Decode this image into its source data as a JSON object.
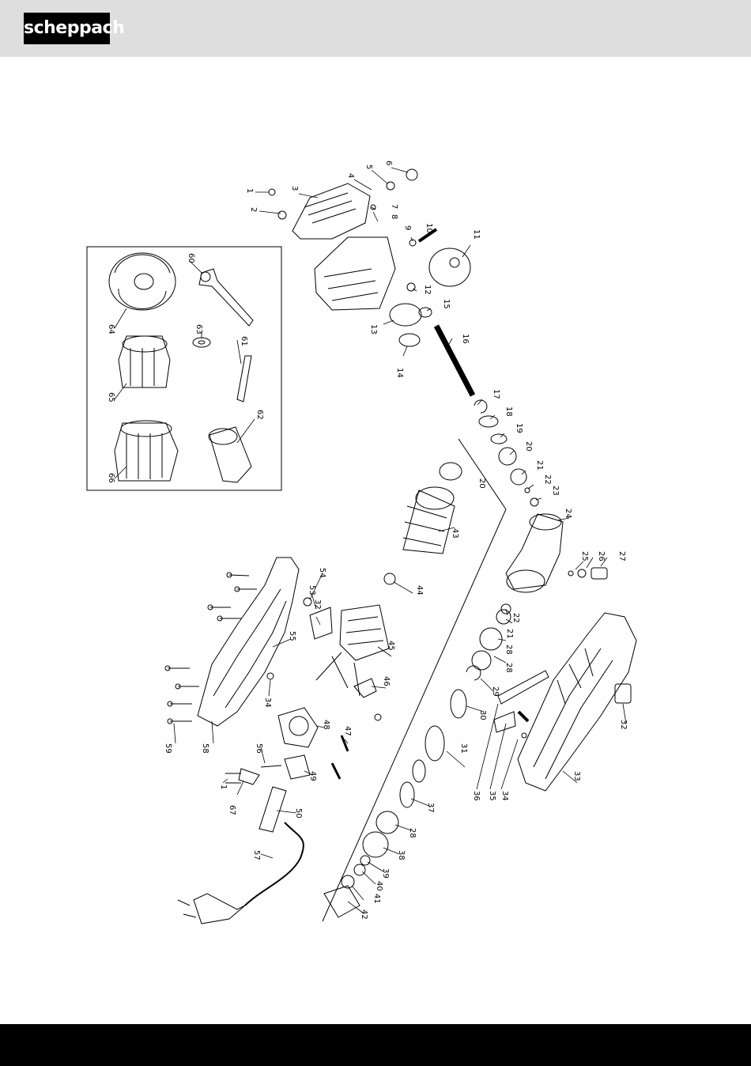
{
  "brand": {
    "logo_text": "scheppach"
  },
  "parts": {
    "p1a": "1",
    "p2": "2",
    "p3": "3",
    "p4": "4",
    "p5": "5",
    "p6": "6",
    "p7": "7",
    "p8": "8",
    "p9": "9",
    "p10": "10",
    "p11": "11",
    "p12": "12",
    "p13": "13",
    "p14": "14",
    "p15": "15",
    "p16": "16",
    "p17": "17",
    "p18": "18",
    "p19": "19",
    "p20a": "20",
    "p20b": "20",
    "p21a": "21",
    "p21b": "21",
    "p22a": "22",
    "p22b": "22",
    "p23": "23",
    "p24": "24",
    "p25": "25",
    "p26": "26",
    "p27": "27",
    "p28a": "28",
    "p28b": "28",
    "p28c": "28",
    "p29": "29",
    "p30": "30",
    "p31": "31",
    "p32a": "32",
    "p32b": "32",
    "p33": "33",
    "p34a": "34",
    "p34b": "34",
    "p35": "35",
    "p36": "36",
    "p37": "37",
    "p38": "38",
    "p39": "39",
    "p40": "40",
    "p41": "41",
    "p42": "42",
    "p43": "43",
    "p44": "44",
    "p45": "45",
    "p46": "46",
    "p47": "47",
    "p48": "48",
    "p49": "49",
    "p50": "50",
    "p51": "51",
    "p53": "53",
    "p54": "54",
    "p55": "55",
    "p56": "56",
    "p57": "57",
    "p58": "58",
    "p59": "59",
    "p60": "60",
    "p61": "61",
    "p62": "62",
    "p63": "63",
    "p64": "64",
    "p65": "65",
    "p66": "66",
    "p67": "67",
    "p1b": "1"
  }
}
